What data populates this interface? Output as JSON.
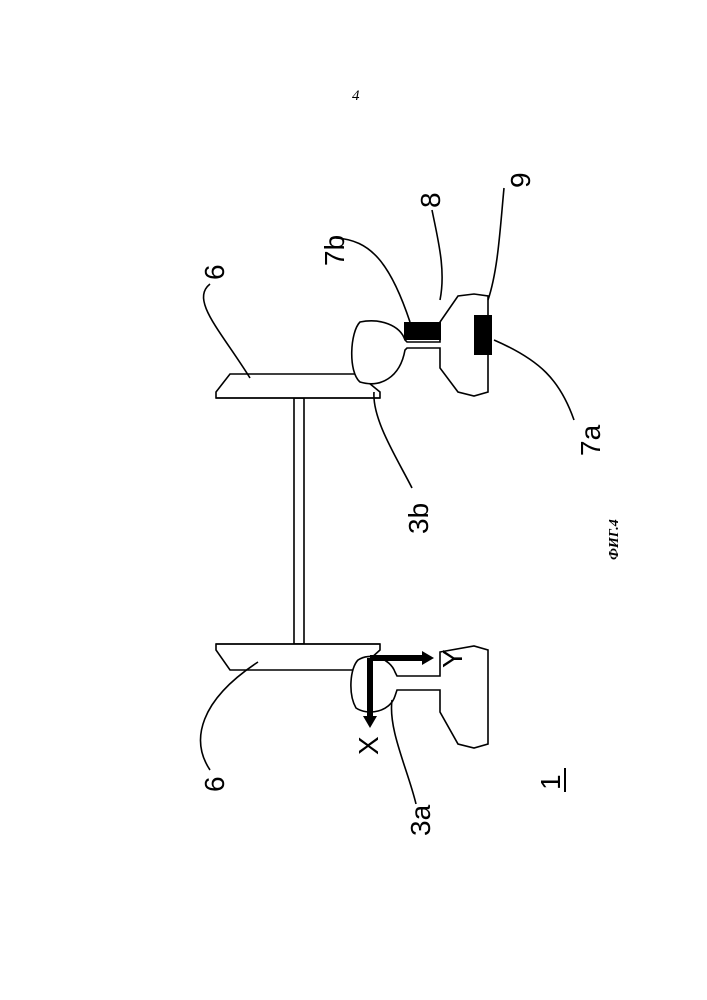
{
  "page_number": "4",
  "figure_caption": "ФИГ.4",
  "labels": {
    "assembly": "1",
    "wheel_left": "6",
    "wheel_right": "6",
    "rail_head_a": "3a",
    "rail_head_b": "3b",
    "sensor_a": "7a",
    "sensor_b": "7b",
    "item_8": "8",
    "item_9": "9",
    "axis_x": "X",
    "axis_y": "Y"
  },
  "colors": {
    "line": "#000000",
    "fill": "#ffffff",
    "sensor": "#000000"
  }
}
